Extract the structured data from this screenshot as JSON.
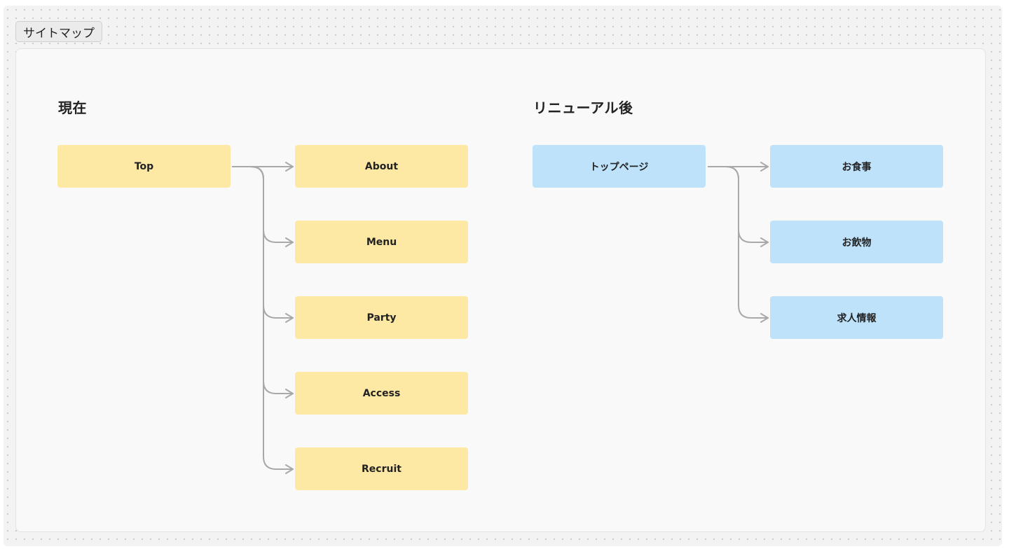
{
  "section": {
    "label": "サイトマップ"
  },
  "current": {
    "title": "現在",
    "root": "Top",
    "children": [
      "About",
      "Menu",
      "Party",
      "Access",
      "Recruit"
    ]
  },
  "renewal": {
    "title": "リニューアル後",
    "root": "トップページ",
    "children": [
      "お食事",
      "お飲物",
      "求人情報"
    ]
  },
  "colors": {
    "current_node": "#fde8a4",
    "renewal_node": "#bfe2fb",
    "connector": "#a9a9a9",
    "frame": "#f9f9f9"
  }
}
